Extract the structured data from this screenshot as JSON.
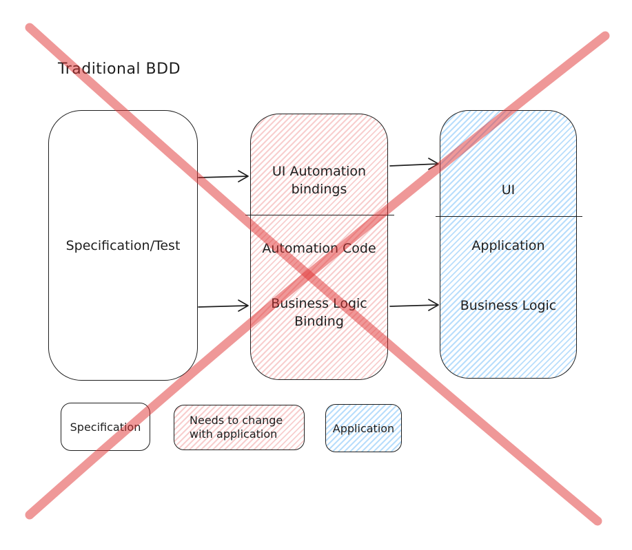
{
  "title": "Traditional BDD",
  "diagram": {
    "spec_box": {
      "label": "Specification/Test"
    },
    "automation_box": {
      "section_top": "UI Automation bindings",
      "section_mid": "Automation Code",
      "section_bottom": "Business Logic Binding"
    },
    "application_box": {
      "section_top": "UI",
      "section_mid": "Application",
      "section_bottom": "Business Logic"
    }
  },
  "legend": {
    "specification": {
      "label": "Specification"
    },
    "needs_change": {
      "label": "Needs to change with application"
    },
    "application": {
      "label": "Application"
    }
  },
  "colors": {
    "ink": "#1e1e1e",
    "cross": "#e03131",
    "pink_hatch": "#e03131",
    "blue_hatch": "#4dabf7"
  }
}
